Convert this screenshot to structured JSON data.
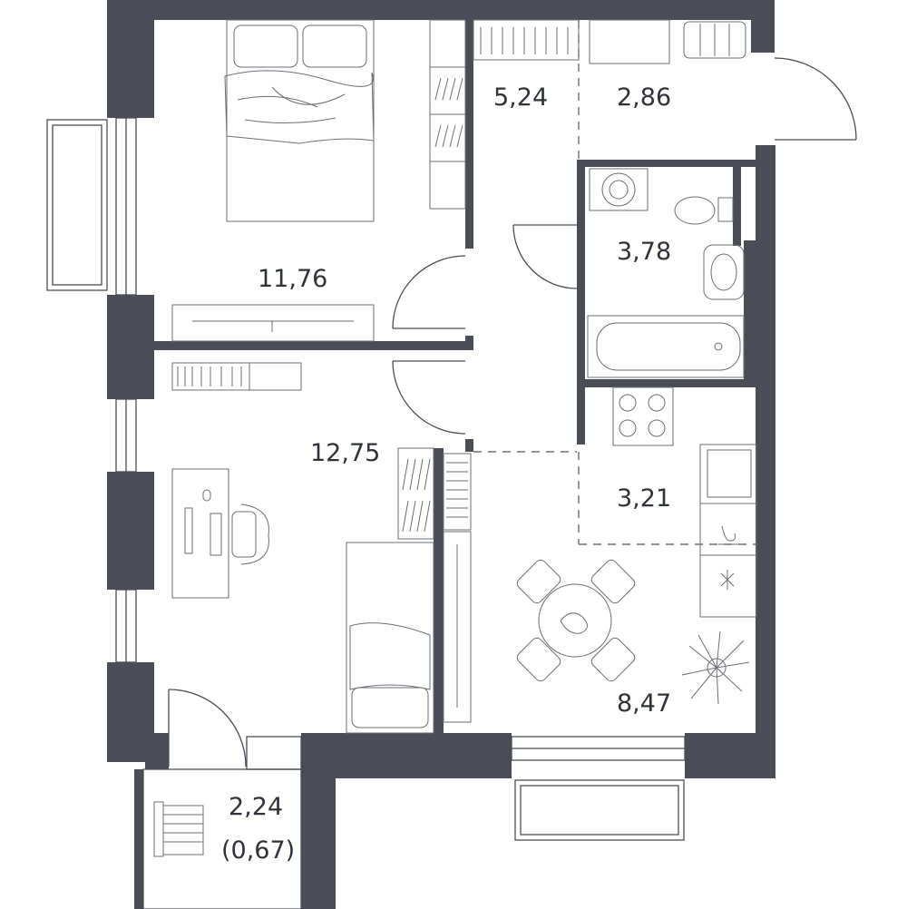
{
  "rooms": {
    "bedroom": {
      "area": "11,76"
    },
    "living_room": {
      "area": "12,75"
    },
    "corridor": {
      "area": "5,24"
    },
    "hall": {
      "area": "2,86"
    },
    "bathroom": {
      "area": "3,78"
    },
    "kitchen_zone": {
      "area": "3,21"
    },
    "dining_zone": {
      "area": "8,47"
    },
    "balcony": {
      "area": "2,24",
      "reduced_area": "(0,67)"
    }
  },
  "colors": {
    "wall": "#4a4d55",
    "line": "#6b6e75",
    "text": "#2f3238",
    "background": "#ffffff"
  }
}
